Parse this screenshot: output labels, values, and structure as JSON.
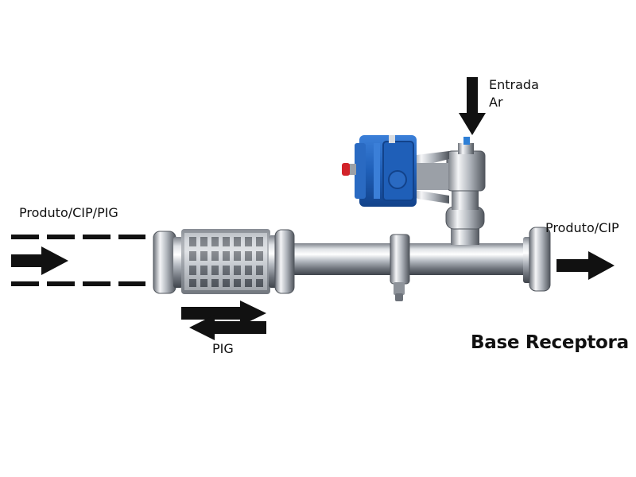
{
  "labels": {
    "inlet": "Produto/CIP/PIG",
    "outlet": "Produto/CIP",
    "air_line1": "Entrada",
    "air_line2": "Ar",
    "pig": "PIG",
    "title": "Base Receptora"
  },
  "colors": {
    "arrow": "#111111",
    "steel_dark": "#5b6068",
    "steel_mid": "#a9aeb5",
    "steel_light": "#eef0f2",
    "actuator_blue": "#1f5fb8",
    "actuator_blue_dark": "#12428a",
    "cap_red": "#d2232a",
    "fitting_blue": "#2e7fd6"
  },
  "icons": {
    "inlet_arrow": "right-arrow-icon",
    "outlet_arrow": "right-arrow-icon",
    "air_arrow": "down-arrow-icon",
    "pig_arrows": "bidirectional-arrow-icon"
  }
}
